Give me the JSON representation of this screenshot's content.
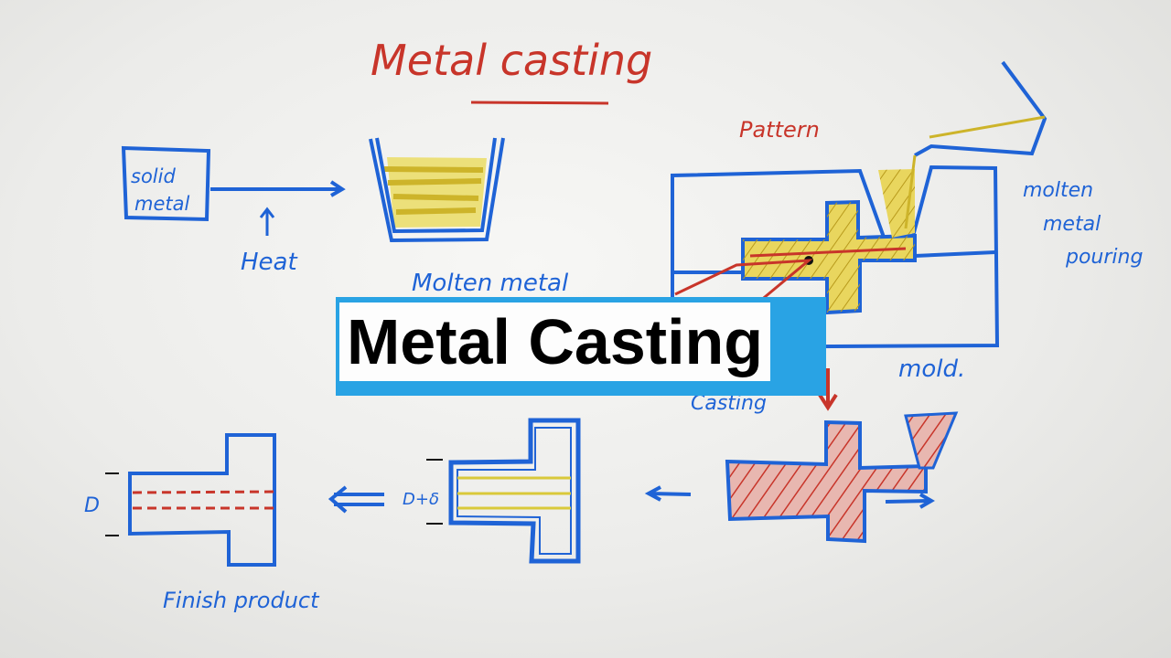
{
  "board": {
    "heading": "Metal casting",
    "step1": {
      "box_line1": "solid",
      "box_line2": "metal",
      "heat_label": "Heat"
    },
    "step2": {
      "label": "Molten metal"
    },
    "step3": {
      "pattern_label": "Pattern",
      "pouring_line1": "molten",
      "pouring_line2": "metal",
      "pouring_line3": "pouring",
      "mold_label": "mold.",
      "casting_label": "Casting"
    },
    "step5": {
      "dimension_label": "D+δ"
    },
    "step6": {
      "dimension_label": "D",
      "label": "Finish product"
    }
  },
  "banner": {
    "title": "Metal Casting"
  },
  "colors": {
    "marker_blue": "#1f63d6",
    "marker_red": "#c8352a",
    "marker_yellow": "#d9c93a",
    "banner_blue": "#29a3e4"
  }
}
